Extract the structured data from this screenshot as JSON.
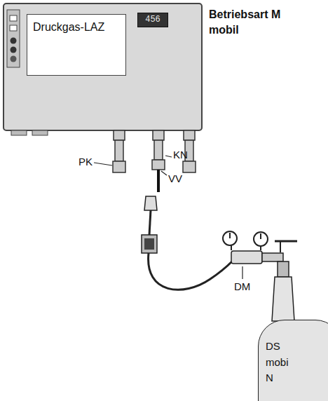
{
  "diagram": {
    "title": "Betriebsart M mobil",
    "nodes": [
      {
        "text": [
          "Druckgas-LAZ"
        ]
      },
      {
        "text": [
          "456"
        ]
      },
      {
        "text": [
          "DS mobi",
          "N"
        ]
      }
    ],
    "labels": [
      "PK",
      "KN",
      "VV",
      "DM"
    ]
  }
}
